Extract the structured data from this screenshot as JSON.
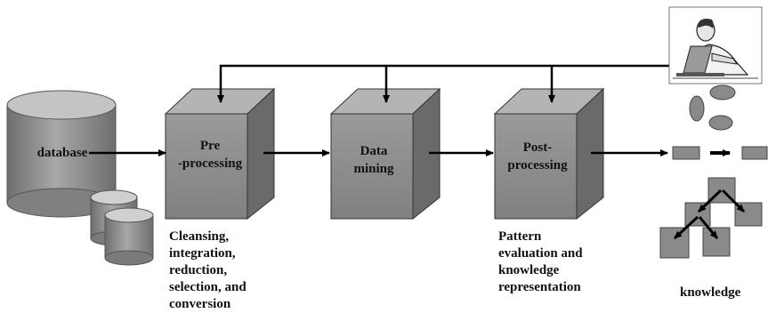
{
  "nodes": {
    "database": "database",
    "preprocessing": "Pre\n-processing",
    "datamining": "Data\nmining",
    "postprocessing": "Post-\nprocessing"
  },
  "captions": {
    "preprocessing": "Cleansing,\nintegration,\nreduction,\nselection, and\nconversion",
    "postprocessing": "Pattern\nevaluation and\nknowledge\nrepresentation",
    "knowledge": "knowledge"
  },
  "colors": {
    "box_front": "#8a8a8a",
    "box_top": "#b4b4b4",
    "box_side": "#6a6a6a",
    "arrow": "#000000"
  },
  "icons": {
    "user": "person-at-laptop-icon",
    "knowledge": "knowledge-shapes-icon"
  }
}
